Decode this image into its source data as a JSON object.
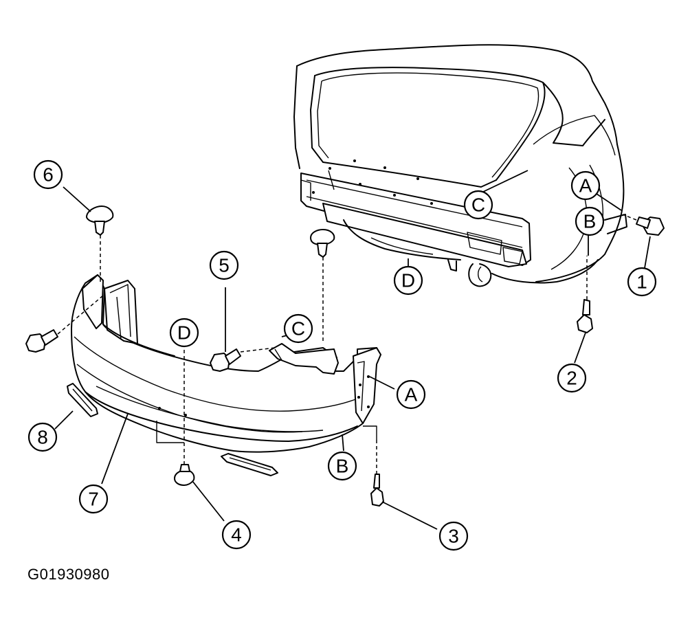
{
  "figure_id": "G01930980",
  "callouts": {
    "c1": "1",
    "c2": "2",
    "c3": "3",
    "c4": "4",
    "c5": "5",
    "c6": "6",
    "c7": "7",
    "c8": "8",
    "refA_body": "A",
    "refB_body": "B",
    "refC_body": "C",
    "refD_body": "D",
    "refA_bumper": "A",
    "refB_bumper": "B",
    "refC_bumper": "C",
    "refD_bumper": "D"
  }
}
